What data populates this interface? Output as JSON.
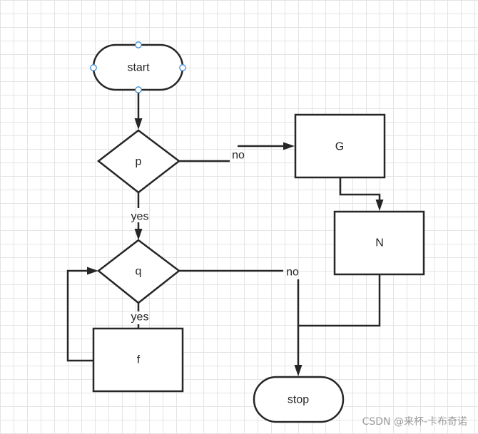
{
  "diagram": {
    "nodes": {
      "start": "start",
      "p": "p",
      "q": "q",
      "f": "f",
      "g": "G",
      "n": "N",
      "stop": "stop"
    },
    "edges": {
      "p_no": "no",
      "p_yes": "yes",
      "q_no": "no",
      "q_yes": "yes"
    }
  },
  "watermark": "CSDN @来杯-卡布奇诺",
  "colors": {
    "stroke": "#262626",
    "grid": "#e4e4e4",
    "selection_handle": "#3d8bd4",
    "watermark": "#9a9a9a"
  }
}
